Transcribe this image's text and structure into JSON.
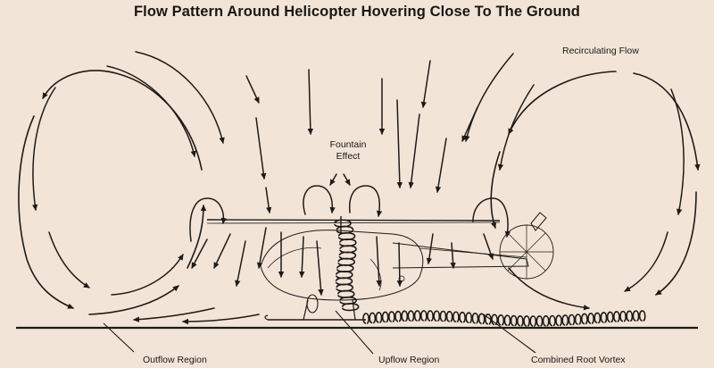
{
  "title": "Flow Pattern Around Helicopter Hovering Close To The Ground",
  "labels": {
    "recirculating": "Recirculating Flow",
    "fountain_line1": "Fountain",
    "fountain_line2": "Effect",
    "outflow": "Outflow Region",
    "upflow": "Upflow Region",
    "root_vortex": "Combined Root Vortex"
  },
  "colors": {
    "background": "#f2e5d8",
    "ink": "#1f1a16"
  }
}
